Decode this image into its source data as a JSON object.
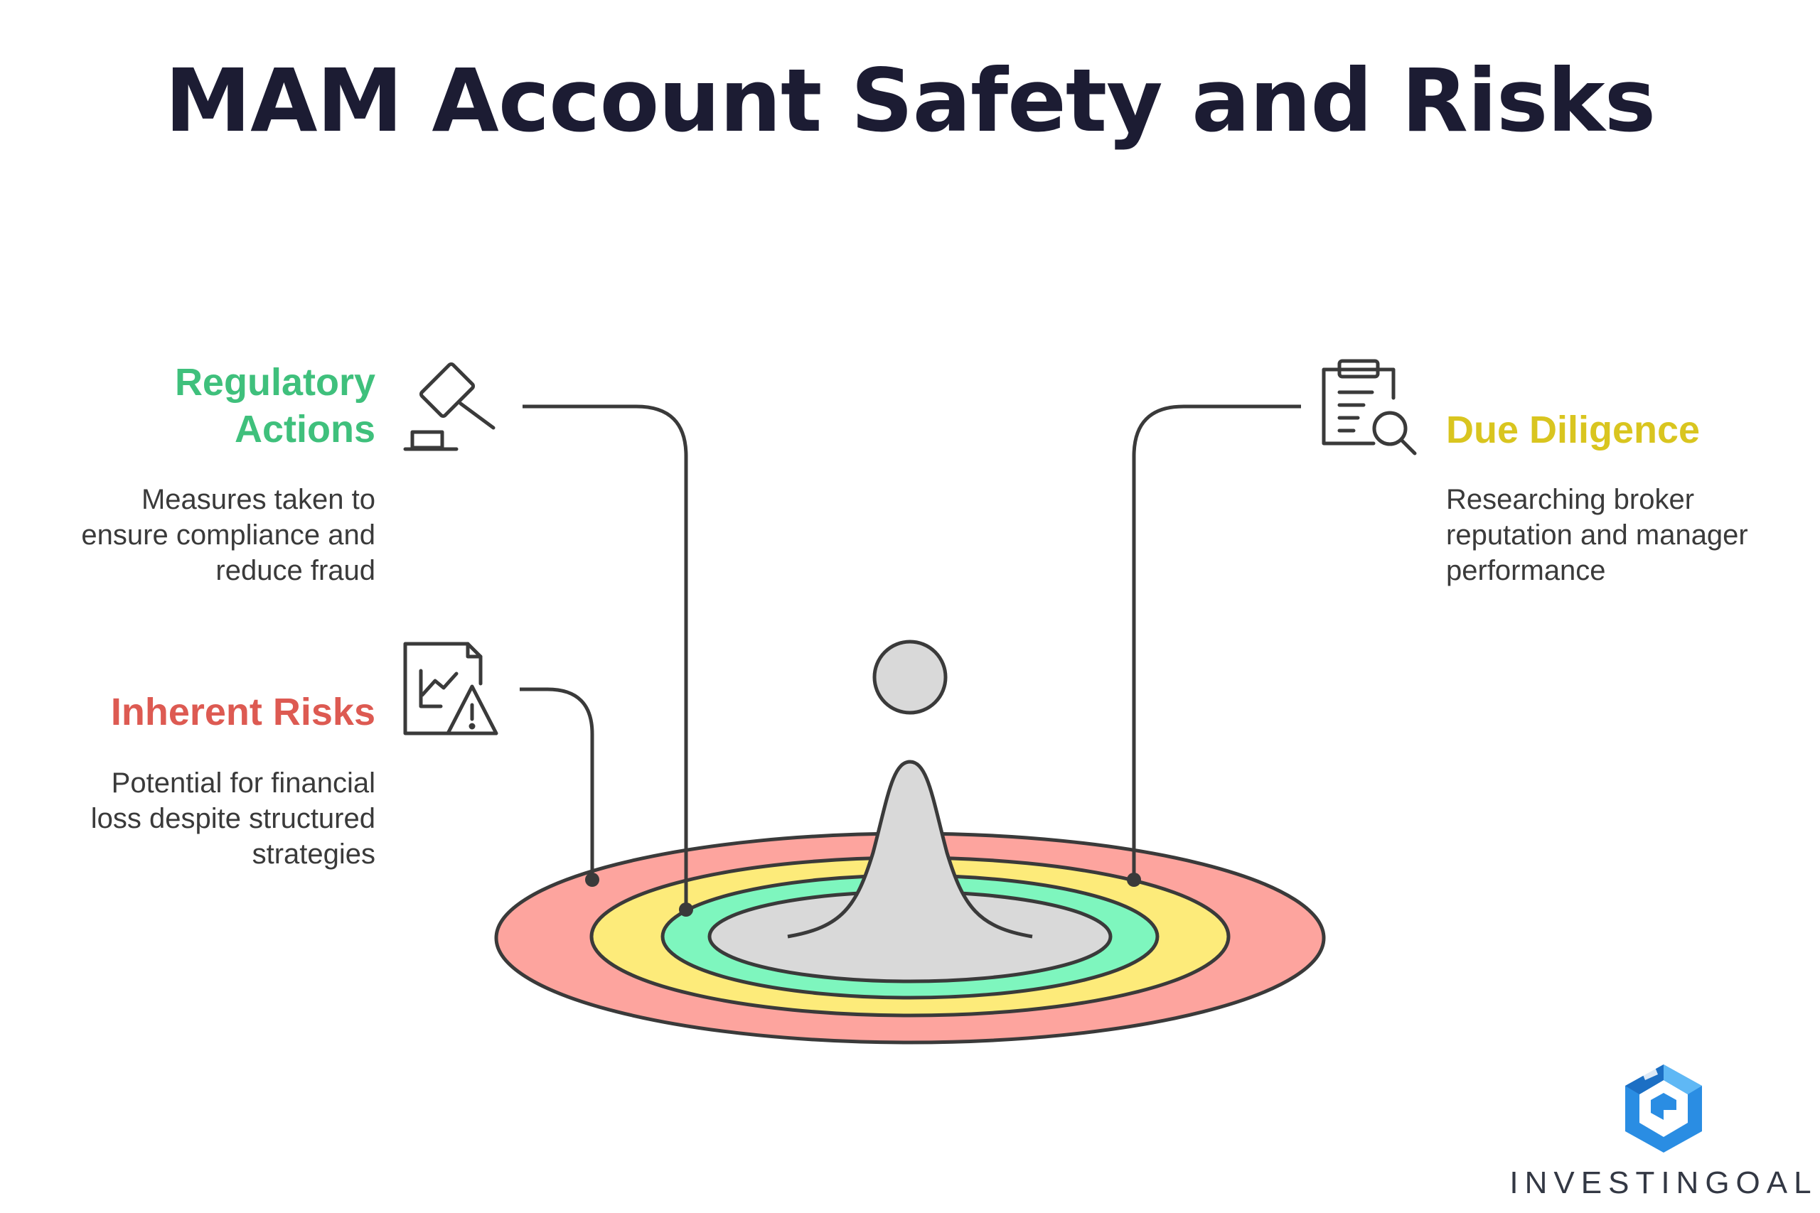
{
  "title": "MAM Account Safety and Risks",
  "items": [
    {
      "heading": "Regulatory Actions",
      "heading_line1": "Regulatory",
      "heading_line2": "Actions",
      "description_lines": [
        "Measures taken to",
        "ensure compliance and",
        "reduce fraud"
      ],
      "color": "#3fc07c",
      "icon": "gavel-icon"
    },
    {
      "heading": "Inherent Risks",
      "description_lines": [
        "Potential for financial",
        "loss despite structured",
        "strategies"
      ],
      "color": "#dd5a52",
      "icon": "chart-warning-icon"
    },
    {
      "heading": "Due Diligence",
      "description_lines": [
        "Researching broker",
        "reputation and manager",
        "performance"
      ],
      "color": "#d9c51f",
      "icon": "clipboard-search-icon"
    }
  ],
  "rings": {
    "outer": "#fda49e",
    "second": "#fdeb7a",
    "third": "#7ef6be",
    "center": "#d9d9d9"
  },
  "brand": {
    "name": "INVESTINGOAL",
    "logo_color": "#2a8de3"
  }
}
